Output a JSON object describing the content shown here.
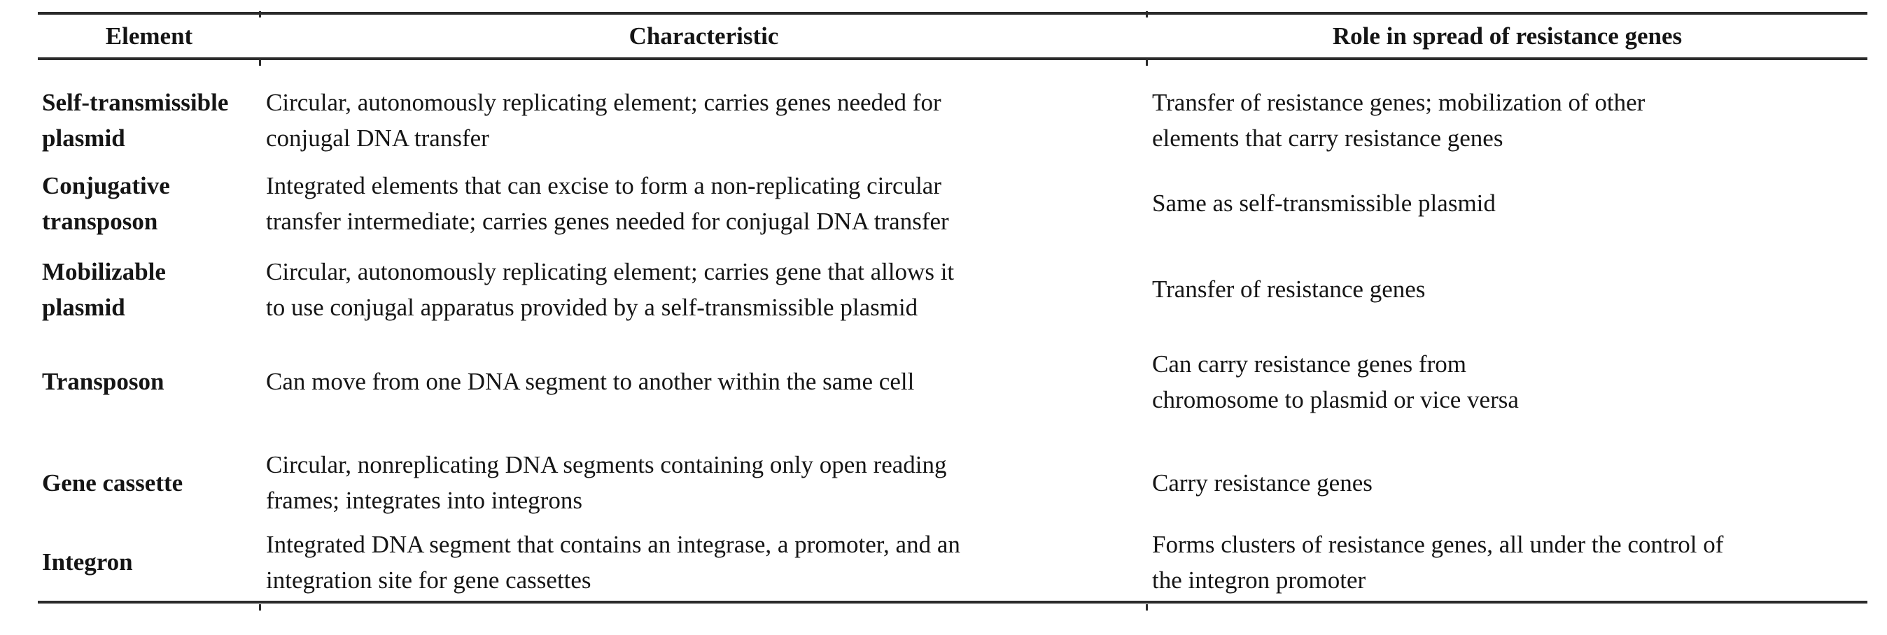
{
  "colors": {
    "background": "#ffffff",
    "text": "#151515",
    "rule": "#2b2b2b"
  },
  "table": {
    "columns": [
      "Element",
      "Characteristic",
      "Role in spread of resistance genes"
    ],
    "rows": [
      {
        "element": "Self-transmissible\nplasmid",
        "characteristic": "Circular, autonomously replicating element; carries genes needed for\nconjugal DNA transfer",
        "role": "Transfer of resistance genes; mobilization of other\nelements that carry resistance genes"
      },
      {
        "element": "Conjugative\ntransposon",
        "characteristic": "Integrated elements that can excise to form a non-replicating circular\ntransfer intermediate; carries genes needed for conjugal DNA transfer",
        "role": "Same as self-transmissible plasmid"
      },
      {
        "element": "Mobilizable\nplasmid",
        "characteristic": "Circular, autonomously replicating element; carries gene that allows it\nto use conjugal apparatus provided by a self-transmissible plasmid",
        "role": "Transfer of resistance genes"
      },
      {
        "element": "Transposon",
        "characteristic": "Can move from one DNA segment to another within the same cell",
        "role": "Can carry resistance genes from\nchromosome to plasmid or vice versa"
      },
      {
        "element": "Gene cassette",
        "characteristic": "Circular, nonreplicating DNA segments containing only open reading\nframes; integrates into integrons",
        "role": "Carry resistance genes"
      },
      {
        "element": "Integron",
        "characteristic": "Integrated DNA segment that contains an integrase, a promoter, and an\nintegration site for gene cassettes",
        "role": "Forms clusters of resistance genes, all under the control of\nthe integron promoter"
      }
    ]
  }
}
